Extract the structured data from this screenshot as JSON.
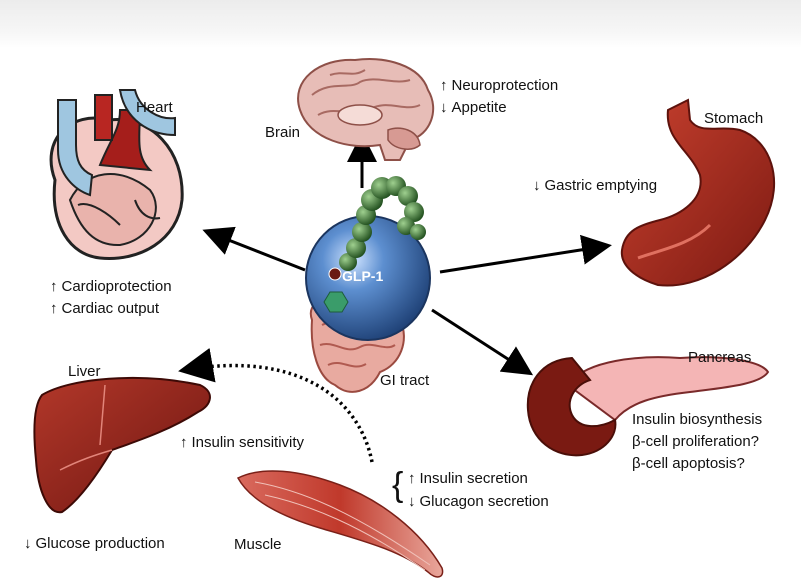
{
  "organs": {
    "heart": "Heart",
    "brain": "Brain",
    "stomach": "Stomach",
    "pancreas": "Pancreas",
    "liver": "Liver",
    "muscle": "Muscle",
    "gi_tract": "GI tract"
  },
  "center_label": "GLP-1",
  "effects": {
    "heart": [
      {
        "dir": "up",
        "text": "Cardioprotection"
      },
      {
        "dir": "up",
        "text": "Cardiac output"
      }
    ],
    "brain": [
      {
        "dir": "up",
        "text": "Neuroprotection"
      },
      {
        "dir": "down",
        "text": "Appetite"
      }
    ],
    "stomach": [
      {
        "dir": "down",
        "text": "Gastric emptying"
      }
    ],
    "pancreas": [
      "Insulin biosynthesis",
      "β-cell proliferation?",
      "β-cell apoptosis?"
    ],
    "liver": [
      {
        "dir": "down",
        "text": "Glucose production"
      }
    ],
    "insulin_sensitivity": {
      "dir": "up",
      "text": "Insulin sensitivity"
    },
    "secretion": [
      {
        "dir": "up",
        "text": "Insulin secretion"
      },
      {
        "dir": "down",
        "text": "Glucagon secretion"
      }
    ]
  },
  "arrow_glyphs": {
    "up": "↑",
    "down": "↓"
  },
  "colors": {
    "organ_red": "#9b2418",
    "globe_blue": "#2f5f9e",
    "peptide_green": "#2f6a2a",
    "background": "#ffffff"
  }
}
